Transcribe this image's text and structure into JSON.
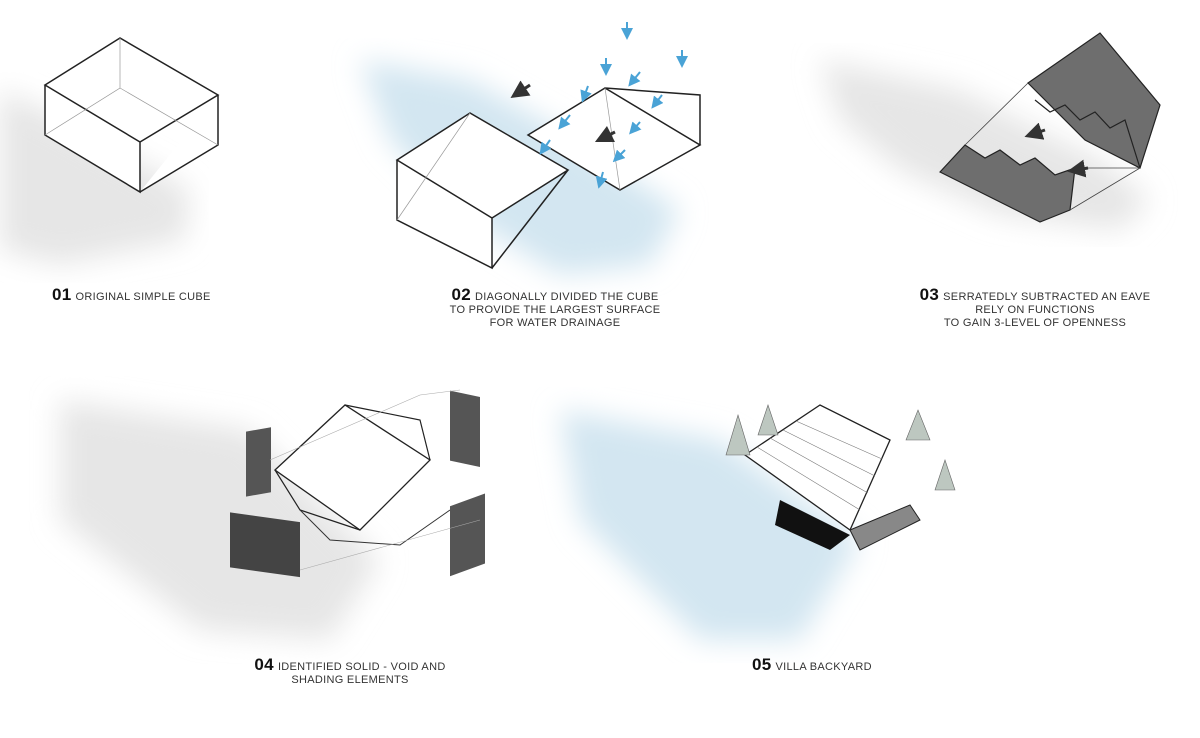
{
  "steps": [
    {
      "number": "01",
      "lines": [
        "ORIGINAL SIMPLE CUBE"
      ]
    },
    {
      "number": "02",
      "lines": [
        "DIAGONALLY DIVIDED THE CUBE",
        "TO PROVIDE THE LARGEST SURFACE",
        "FOR WATER DRAINAGE"
      ]
    },
    {
      "number": "03",
      "lines": [
        "SERRATEDLY SUBTRACTED AN EAVE",
        "RELY ON FUNCTIONS",
        "TO GAIN 3-LEVEL OF OPENNESS"
      ]
    },
    {
      "number": "04",
      "lines": [
        "IDENTIFIED SOLID - VOID AND",
        "SHADING ELEMENTS"
      ]
    },
    {
      "number": "05",
      "lines": [
        "VILLA BACKYARD"
      ]
    }
  ],
  "colors": {
    "shadow": "#e6e6e6",
    "water": "#d3e6f1",
    "arrow_blue": "#4aa3d6",
    "solid": "#6e6e6e",
    "line": "#222222"
  }
}
